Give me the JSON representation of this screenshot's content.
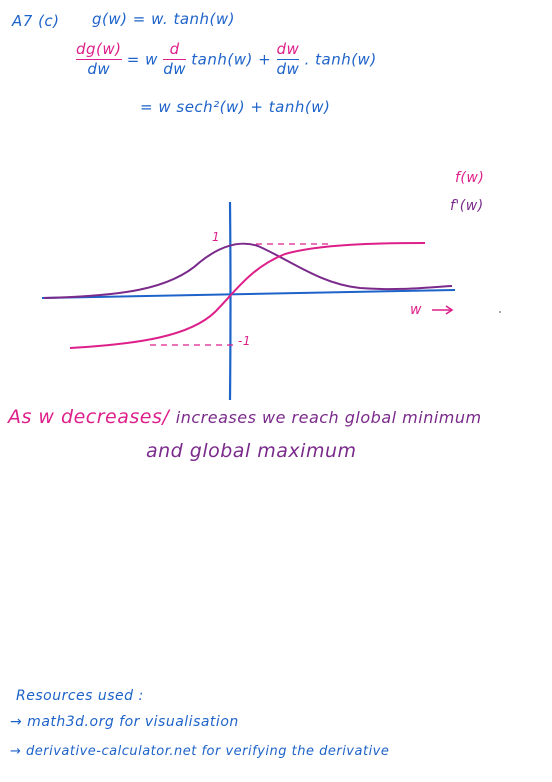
{
  "header": {
    "question": "A7 (c)",
    "definition": "g(w) = w. tanh(w)"
  },
  "derivation": {
    "lhs_num": "dg(w)",
    "lhs_den": "dw",
    "eq": "=",
    "w_factor": "w",
    "d_num": "d",
    "d_den": "dw",
    "tanh_term": "tanh(w)",
    "plus": "+",
    "dw_num": "dw",
    "dw_den": "dw",
    "dot_tanh": ". tanh(w)",
    "result": "= w sech²(w) + tanh(w)"
  },
  "graph": {
    "legend": [
      "f(w)",
      "f'(w)"
    ],
    "tick_one": "1",
    "tick_neg_one": "-1",
    "axis_label": "w"
  },
  "observation": {
    "line1_a": "As w decreases/",
    "line1_b": "increases we reach global minimum",
    "line2": "and global maximum"
  },
  "resources": {
    "heading": "Resources used :",
    "items": [
      "→ math3d.org for visualisation",
      "→ derivative-calculator.net for verifying the derivative"
    ]
  },
  "colors": {
    "blue": "#1e63c9",
    "magenta": "#dd1f8a",
    "purple": "#7a2a8a"
  }
}
